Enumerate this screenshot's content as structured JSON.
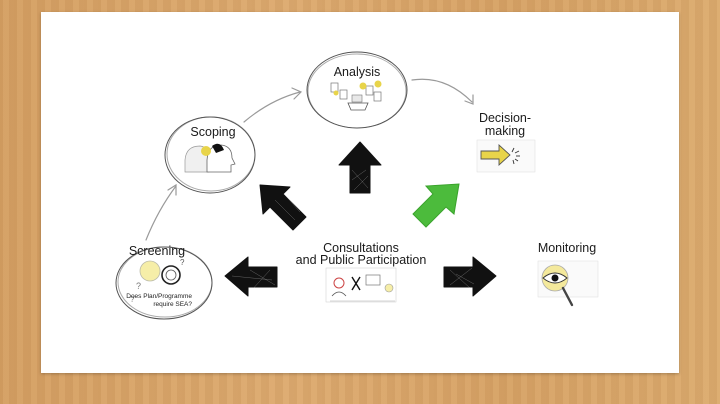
{
  "diagram": {
    "nodes": {
      "analysis": {
        "label": "Analysis"
      },
      "scoping": {
        "label": "Scoping"
      },
      "decision": {
        "label_line1": "Decision-",
        "label_line2": "making"
      },
      "screening": {
        "label": "Screening",
        "note_line1": "Does Plan/Programme",
        "note_line2": "require SEA?"
      },
      "consultations": {
        "label_line1": "Consultations",
        "label_line2": "and Public Participation"
      },
      "monitoring": {
        "label": "Monitoring"
      }
    },
    "colors": {
      "arrow_dark": "#111111",
      "arrow_green": "#4cbb3c",
      "accent_yellow": "#e8d44a",
      "sketch_line": "#9a9a9a"
    },
    "icons": [
      "documents-tray-icon",
      "heads-idea-icon",
      "pointer-arrow-icon",
      "gear-magnifier-icon",
      "people-discussion-icon",
      "eye-magnifier-icon"
    ]
  }
}
